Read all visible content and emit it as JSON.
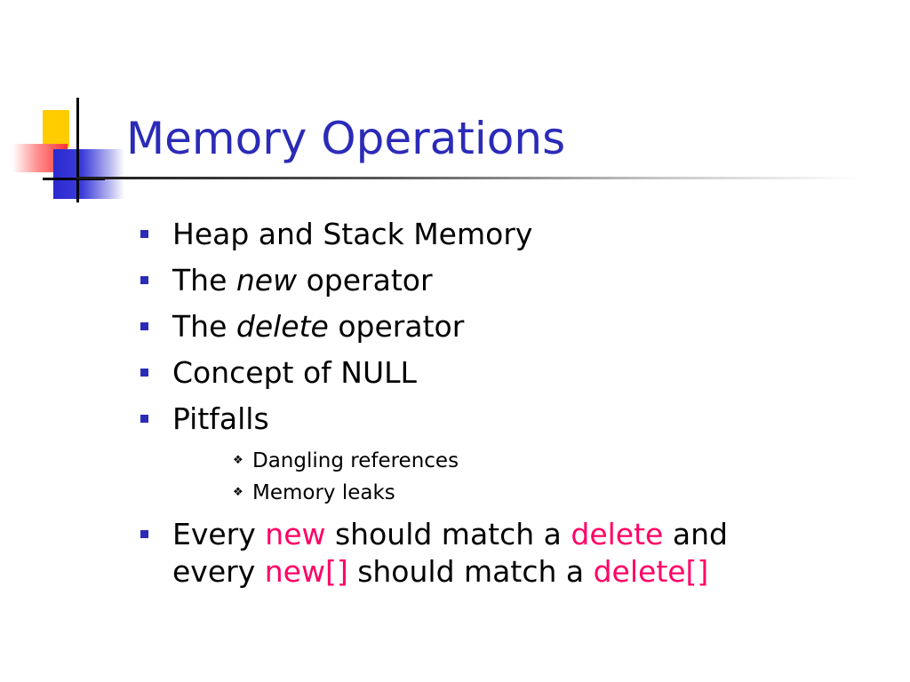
{
  "slide": {
    "title": "Memory Operations",
    "bullets": {
      "b1": "Heap and Stack Memory",
      "b2_pre": "The ",
      "b2_em": "new",
      "b2_post": " operator",
      "b3_pre": "The ",
      "b3_em": "delete",
      "b3_post": " operator",
      "b4": "Concept of NULL",
      "b5": "Pitfalls",
      "sub1": "Dangling references",
      "sub2": "Memory leaks",
      "b6_l1_a": "Every ",
      "b6_l1_b": "new",
      "b6_l1_c": " should match a ",
      "b6_l1_d": "delete",
      "b6_l1_e": " and",
      "b6_l2_a": "every ",
      "b6_l2_b": "new[]",
      "b6_l2_c": " should match a ",
      "b6_l2_d": "delete[]"
    },
    "colors": {
      "title": "#2b2bb8",
      "bullet_marker": "#2b2bb8",
      "highlight": "#ff0066"
    },
    "icons": {
      "bullet": "square-bullet-icon",
      "sub_bullet": "diamond-bullet-icon"
    }
  }
}
